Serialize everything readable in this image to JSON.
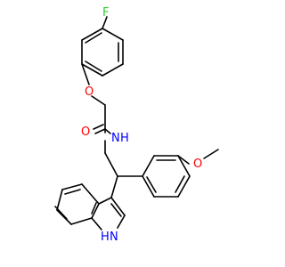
{
  "molecule": {
    "atoms": {
      "fluorine": {
        "label": "F",
        "color": "#33cc33"
      },
      "ether_oxygen": {
        "label": "O",
        "color": "#ff0000"
      },
      "carbonyl_oxygen": {
        "label": "O",
        "color": "#ff0000"
      },
      "amide_nitrogen": {
        "label": "N",
        "color": "#0000ff"
      },
      "amide_hydrogen": {
        "label": "H",
        "color": "#0000ff"
      },
      "methoxy_oxygen": {
        "label": "O",
        "color": "#ff0000"
      },
      "indole_nitrogen": {
        "label": "N",
        "color": "#0000ff"
      },
      "indole_hydrogen": {
        "label": "H",
        "color": "#0000ff"
      }
    },
    "bond_color": "#000000",
    "background": "#ffffff"
  }
}
